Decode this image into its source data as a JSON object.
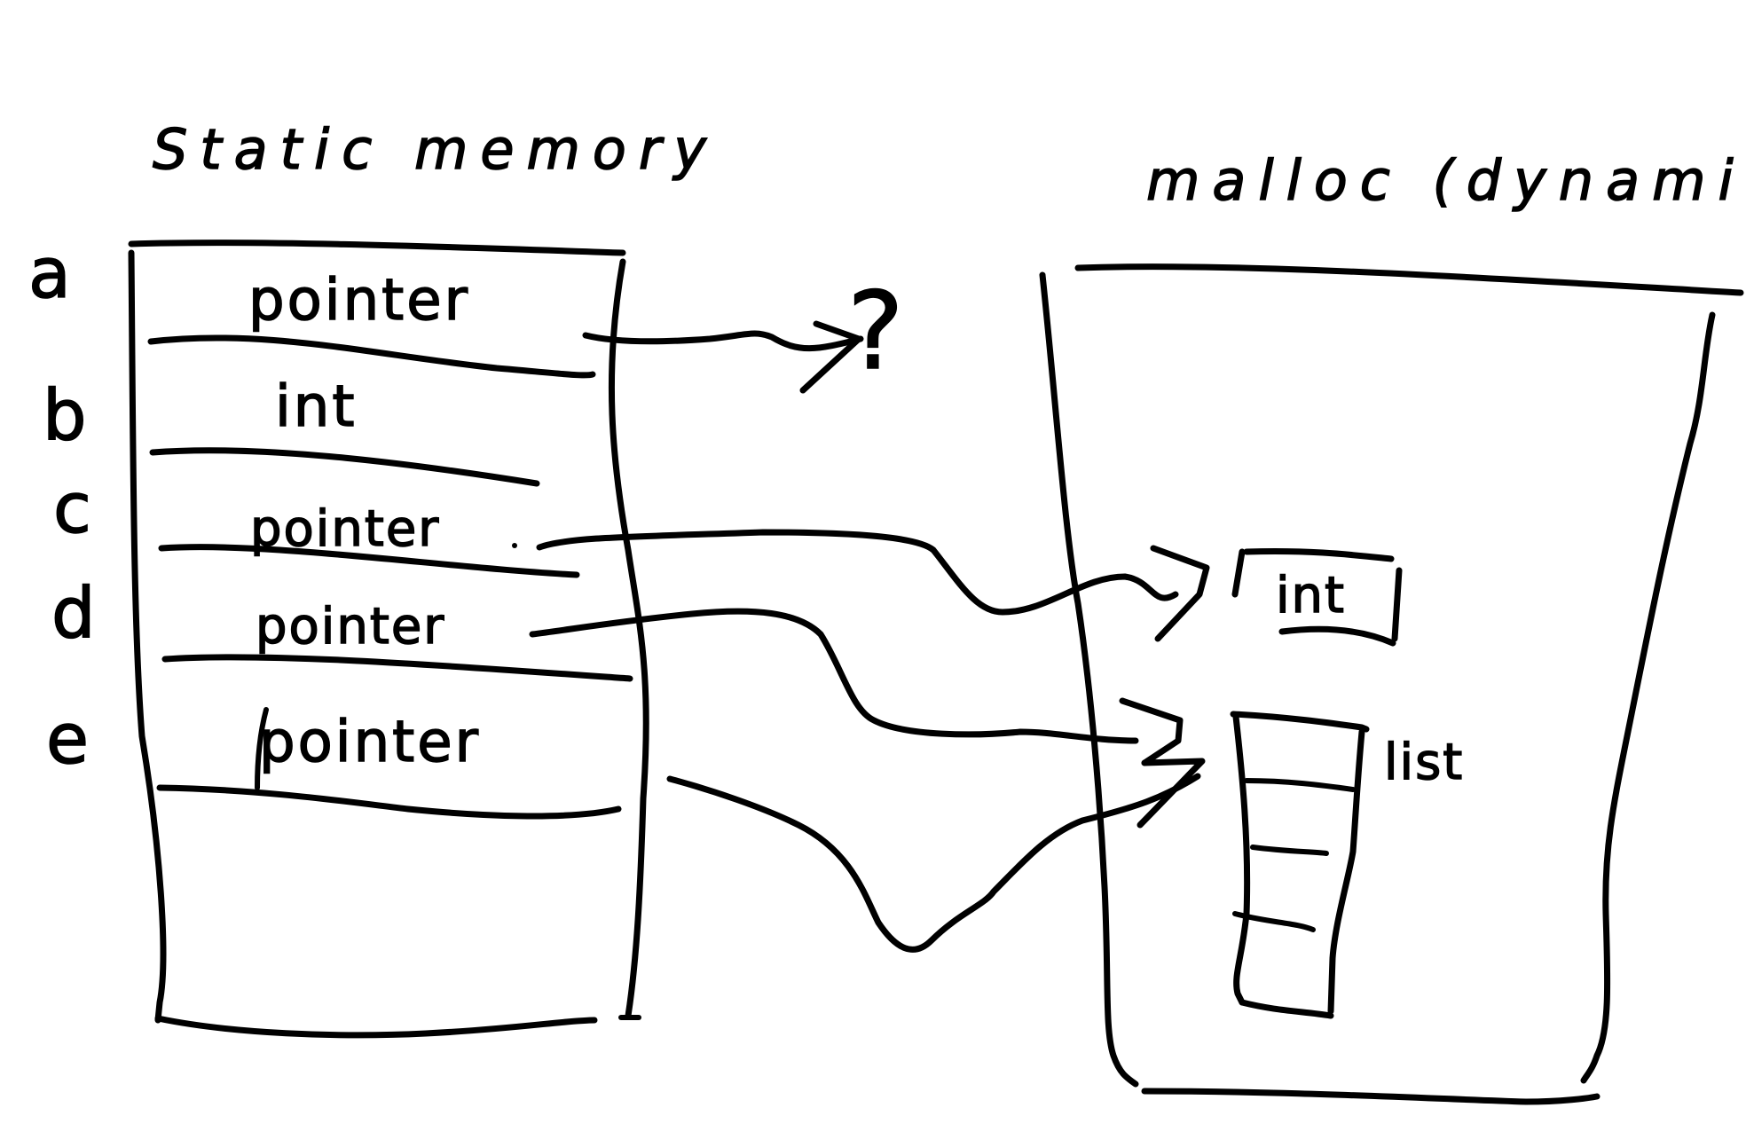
{
  "static_memory": {
    "title": "Static memory",
    "rows": [
      {
        "label": "a",
        "cell": "pointer"
      },
      {
        "label": "b",
        "cell": "int"
      },
      {
        "label": "c",
        "cell": "pointer"
      },
      {
        "label": "d",
        "cell": "pointer"
      },
      {
        "label": "e",
        "cell": "pointer"
      }
    ]
  },
  "dynamic_memory": {
    "title": "malloc (dynamic)",
    "int_box": "int",
    "list_label": "list"
  },
  "unknown_target": "?"
}
